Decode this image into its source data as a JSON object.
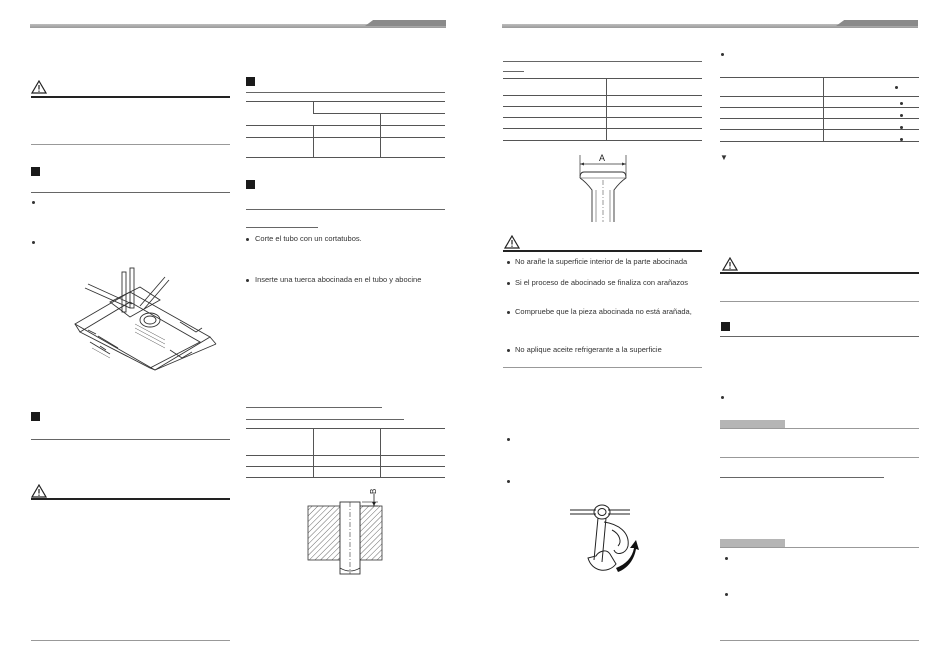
{
  "figure_a": {
    "label": "A"
  },
  "figure_b": {
    "label": "B"
  },
  "right_column_1": {
    "bullets": [
      "Corte el tubo con un cortatubos.",
      "Inserte una tuerca abocinada en el tubo y abocine"
    ]
  },
  "left_column_2": {
    "bullets": [
      "No arañe la superficie interior de la parte abocinada",
      "Si el proceso de abocinado se finaliza con arañazos",
      "Compruebe que la pieza abocinada no está arañada,",
      "No aplique aceite refrigerante a la superficie"
    ]
  },
  "right_column_2": {
    "marker": "▼"
  }
}
